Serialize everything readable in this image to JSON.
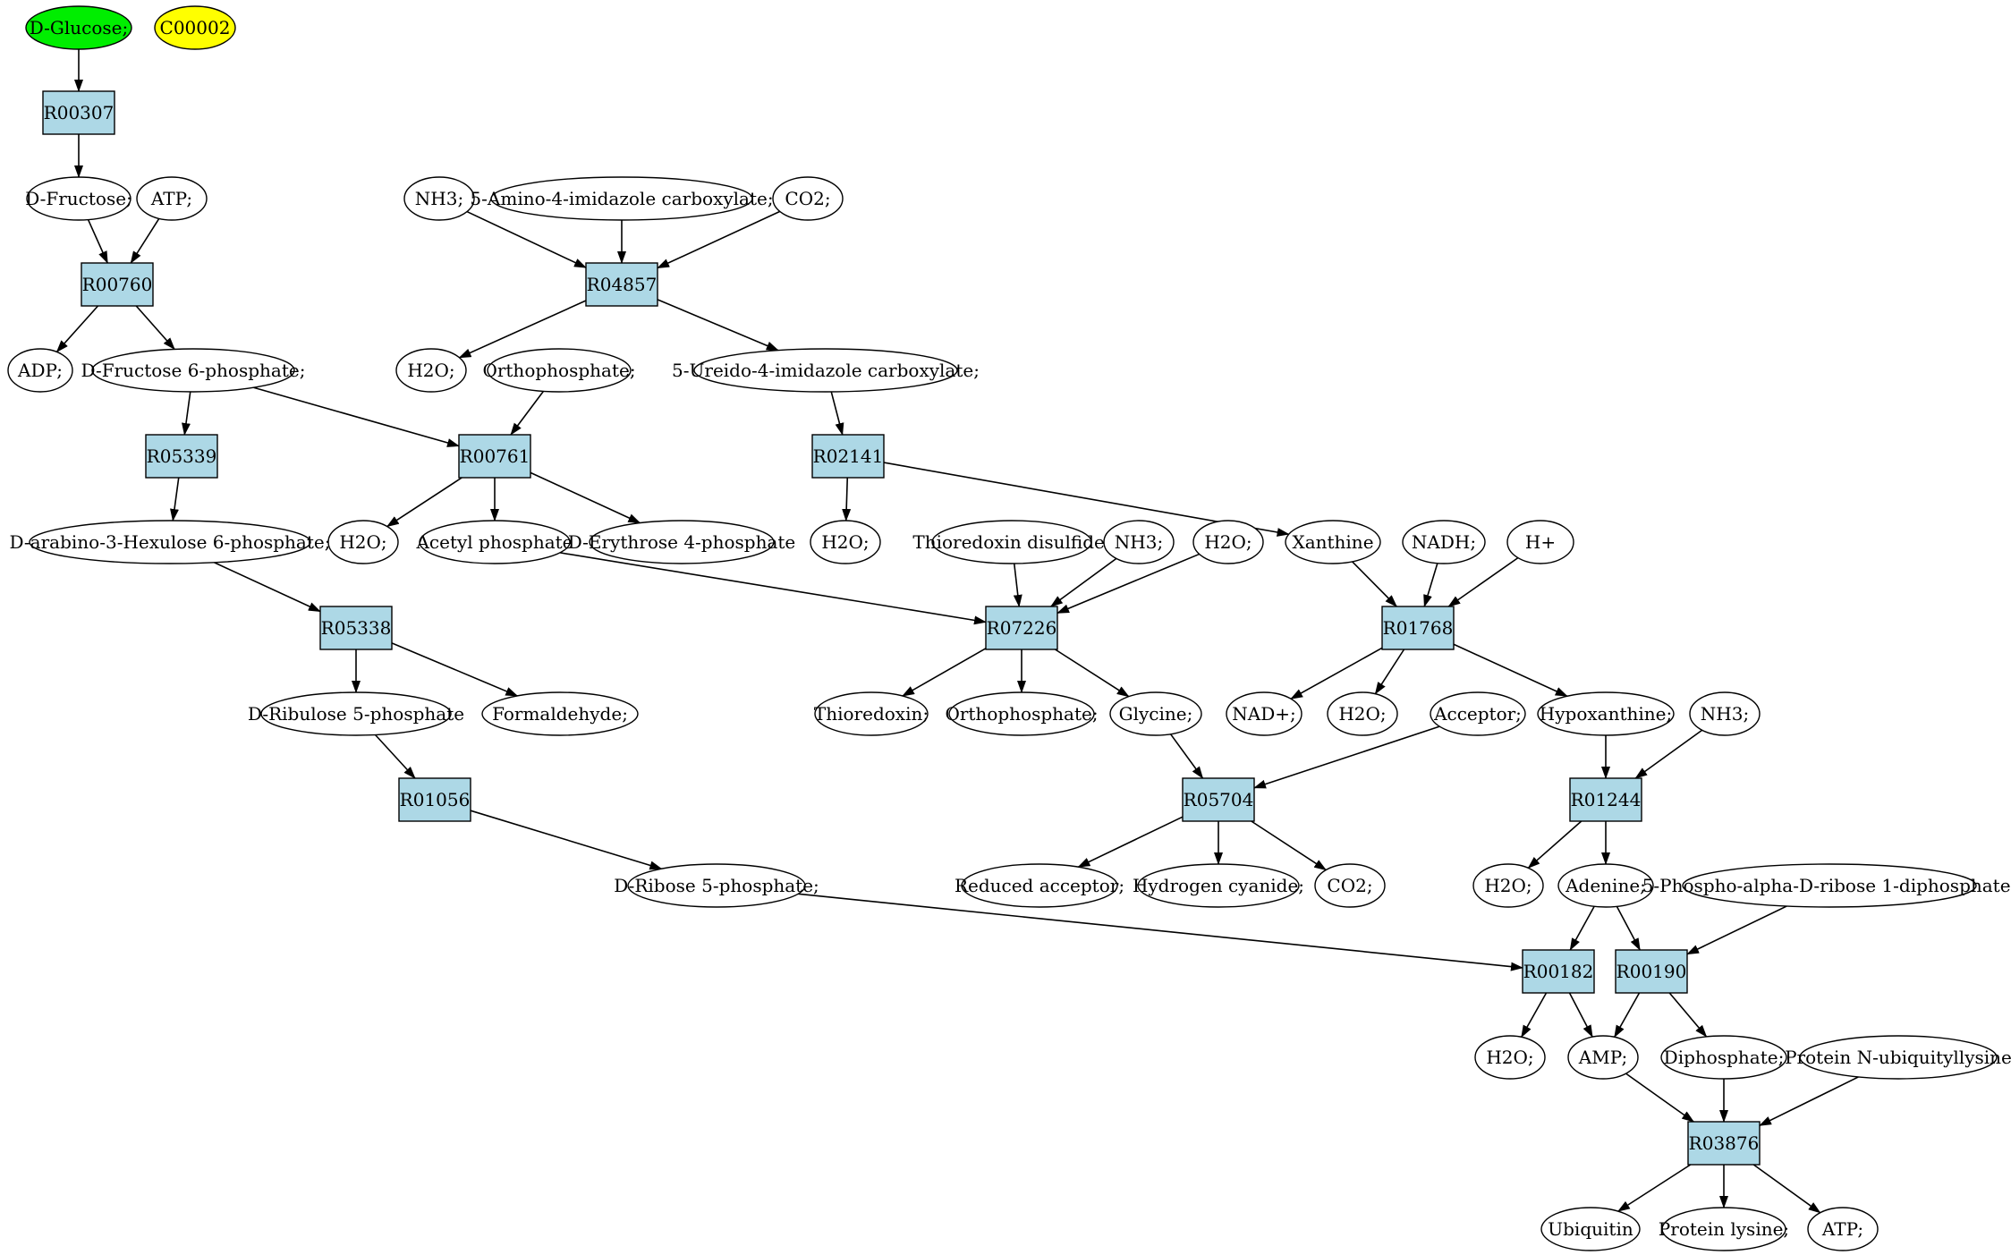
{
  "nodes": [
    {
      "id": "glucose",
      "label": "D-Glucose;",
      "shape": "ellipse",
      "fill": "#00ee00"
    },
    {
      "id": "c00002",
      "label": "C00002",
      "shape": "ellipse",
      "fill": "#ffff00"
    },
    {
      "id": "r00307",
      "label": "R00307",
      "shape": "box",
      "fill": "#add8e6"
    },
    {
      "id": "fructose",
      "label": "D-Fructose;",
      "shape": "ellipse",
      "fill": "#ffffff"
    },
    {
      "id": "atp1",
      "label": "ATP;",
      "shape": "ellipse",
      "fill": "#ffffff"
    },
    {
      "id": "r00760",
      "label": "R00760",
      "shape": "box",
      "fill": "#add8e6"
    },
    {
      "id": "adp",
      "label": "ADP;",
      "shape": "ellipse",
      "fill": "#ffffff"
    },
    {
      "id": "f6p",
      "label": "D-Fructose 6-phosphate;",
      "shape": "ellipse",
      "fill": "#ffffff"
    },
    {
      "id": "nh3_1",
      "label": "NH3;",
      "shape": "ellipse",
      "fill": "#ffffff"
    },
    {
      "id": "aic",
      "label": "5-Amino-4-imidazole carboxylate;",
      "shape": "ellipse",
      "fill": "#ffffff"
    },
    {
      "id": "co2_1",
      "label": "CO2;",
      "shape": "ellipse",
      "fill": "#ffffff"
    },
    {
      "id": "r04857",
      "label": "R04857",
      "shape": "box",
      "fill": "#add8e6"
    },
    {
      "id": "h2o_1",
      "label": "H2O;",
      "shape": "ellipse",
      "fill": "#ffffff"
    },
    {
      "id": "ortho1",
      "label": "Orthophosphate;",
      "shape": "ellipse",
      "fill": "#ffffff"
    },
    {
      "id": "uic",
      "label": "5-Ureido-4-imidazole carboxylate;",
      "shape": "ellipse",
      "fill": "#ffffff"
    },
    {
      "id": "r05339",
      "label": "R05339",
      "shape": "box",
      "fill": "#add8e6"
    },
    {
      "id": "r00761",
      "label": "R00761",
      "shape": "box",
      "fill": "#add8e6"
    },
    {
      "id": "r02141",
      "label": "R02141",
      "shape": "box",
      "fill": "#add8e6"
    },
    {
      "id": "hexulose",
      "label": "D-arabino-3-Hexulose 6-phosphate;",
      "shape": "ellipse",
      "fill": "#ffffff"
    },
    {
      "id": "h2o_2",
      "label": "H2O;",
      "shape": "ellipse",
      "fill": "#ffffff"
    },
    {
      "id": "acetylp",
      "label": "Acetyl phosphate",
      "shape": "ellipse",
      "fill": "#ffffff"
    },
    {
      "id": "e4p",
      "label": "D-Erythrose 4-phosphate",
      "shape": "ellipse",
      "fill": "#ffffff"
    },
    {
      "id": "h2o_3",
      "label": "H2O;",
      "shape": "ellipse",
      "fill": "#ffffff"
    },
    {
      "id": "trxdis",
      "label": "Thioredoxin disulfide;",
      "shape": "ellipse",
      "fill": "#ffffff"
    },
    {
      "id": "nh3_2",
      "label": "NH3;",
      "shape": "ellipse",
      "fill": "#ffffff"
    },
    {
      "id": "h2o_4",
      "label": "H2O;",
      "shape": "ellipse",
      "fill": "#ffffff"
    },
    {
      "id": "xanthine",
      "label": "Xanthine",
      "shape": "ellipse",
      "fill": "#ffffff"
    },
    {
      "id": "nadh",
      "label": "NADH;",
      "shape": "ellipse",
      "fill": "#ffffff"
    },
    {
      "id": "hplus",
      "label": "H+",
      "shape": "ellipse",
      "fill": "#ffffff"
    },
    {
      "id": "r05338",
      "label": "R05338",
      "shape": "box",
      "fill": "#add8e6"
    },
    {
      "id": "r07226",
      "label": "R07226",
      "shape": "box",
      "fill": "#add8e6"
    },
    {
      "id": "r01768",
      "label": "R01768",
      "shape": "box",
      "fill": "#add8e6"
    },
    {
      "id": "ru5p",
      "label": "D-Ribulose 5-phosphate",
      "shape": "ellipse",
      "fill": "#ffffff"
    },
    {
      "id": "formald",
      "label": "Formaldehyde;",
      "shape": "ellipse",
      "fill": "#ffffff"
    },
    {
      "id": "trx",
      "label": "Thioredoxin;",
      "shape": "ellipse",
      "fill": "#ffffff"
    },
    {
      "id": "ortho2",
      "label": "Orthophosphate;",
      "shape": "ellipse",
      "fill": "#ffffff"
    },
    {
      "id": "glycine",
      "label": "Glycine;",
      "shape": "ellipse",
      "fill": "#ffffff"
    },
    {
      "id": "nadp",
      "label": "NAD+;",
      "shape": "ellipse",
      "fill": "#ffffff"
    },
    {
      "id": "h2o_5",
      "label": "H2O;",
      "shape": "ellipse",
      "fill": "#ffffff"
    },
    {
      "id": "acceptor",
      "label": "Acceptor;",
      "shape": "ellipse",
      "fill": "#ffffff"
    },
    {
      "id": "hypox",
      "label": "Hypoxanthine;",
      "shape": "ellipse",
      "fill": "#ffffff"
    },
    {
      "id": "nh3_3",
      "label": "NH3;",
      "shape": "ellipse",
      "fill": "#ffffff"
    },
    {
      "id": "r01056",
      "label": "R01056",
      "shape": "box",
      "fill": "#add8e6"
    },
    {
      "id": "r05704",
      "label": "R05704",
      "shape": "box",
      "fill": "#add8e6"
    },
    {
      "id": "r01244",
      "label": "R01244",
      "shape": "box",
      "fill": "#add8e6"
    },
    {
      "id": "r5p",
      "label": "D-Ribose 5-phosphate;",
      "shape": "ellipse",
      "fill": "#ffffff"
    },
    {
      "id": "redacc",
      "label": "Reduced acceptor;",
      "shape": "ellipse",
      "fill": "#ffffff"
    },
    {
      "id": "hcn",
      "label": "Hydrogen cyanide;",
      "shape": "ellipse",
      "fill": "#ffffff"
    },
    {
      "id": "co2_2",
      "label": "CO2;",
      "shape": "ellipse",
      "fill": "#ffffff"
    },
    {
      "id": "h2o_6",
      "label": "H2O;",
      "shape": "ellipse",
      "fill": "#ffffff"
    },
    {
      "id": "adenine",
      "label": "Adenine;",
      "shape": "ellipse",
      "fill": "#ffffff"
    },
    {
      "id": "prpp",
      "label": "5-Phospho-alpha-D-ribose 1-diphosphate;",
      "shape": "ellipse",
      "fill": "#ffffff"
    },
    {
      "id": "r00182",
      "label": "R00182",
      "shape": "box",
      "fill": "#add8e6"
    },
    {
      "id": "r00190",
      "label": "R00190",
      "shape": "box",
      "fill": "#add8e6"
    },
    {
      "id": "h2o_7",
      "label": "H2O;",
      "shape": "ellipse",
      "fill": "#ffffff"
    },
    {
      "id": "amp",
      "label": "AMP;",
      "shape": "ellipse",
      "fill": "#ffffff"
    },
    {
      "id": "diphos",
      "label": "Diphosphate;",
      "shape": "ellipse",
      "fill": "#ffffff"
    },
    {
      "id": "pnub",
      "label": "Protein N-ubiquityllysine",
      "shape": "ellipse",
      "fill": "#ffffff"
    },
    {
      "id": "r03876",
      "label": "R03876",
      "shape": "box",
      "fill": "#add8e6"
    },
    {
      "id": "ubiquitin",
      "label": "Ubiquitin",
      "shape": "ellipse",
      "fill": "#ffffff"
    },
    {
      "id": "plys",
      "label": "Protein lysine;",
      "shape": "ellipse",
      "fill": "#ffffff"
    },
    {
      "id": "atp2",
      "label": "ATP;",
      "shape": "ellipse",
      "fill": "#ffffff"
    }
  ],
  "edges": [
    [
      "glucose",
      "r00307"
    ],
    [
      "r00307",
      "fructose"
    ],
    [
      "fructose",
      "r00760"
    ],
    [
      "atp1",
      "r00760"
    ],
    [
      "r00760",
      "adp"
    ],
    [
      "r00760",
      "f6p"
    ],
    [
      "nh3_1",
      "r04857"
    ],
    [
      "aic",
      "r04857"
    ],
    [
      "co2_1",
      "r04857"
    ],
    [
      "r04857",
      "h2o_1"
    ],
    [
      "r04857",
      "uic"
    ],
    [
      "f6p",
      "r05339"
    ],
    [
      "f6p",
      "r00761"
    ],
    [
      "ortho1",
      "r00761"
    ],
    [
      "uic",
      "r02141"
    ],
    [
      "r05339",
      "hexulose"
    ],
    [
      "r00761",
      "h2o_2"
    ],
    [
      "r00761",
      "acetylp"
    ],
    [
      "r00761",
      "e4p"
    ],
    [
      "r02141",
      "h2o_3"
    ],
    [
      "r02141",
      "xanthine"
    ],
    [
      "hexulose",
      "r05338"
    ],
    [
      "acetylp",
      "r07226"
    ],
    [
      "trxdis",
      "r07226"
    ],
    [
      "nh3_2",
      "r07226"
    ],
    [
      "h2o_4",
      "r07226"
    ],
    [
      "xanthine",
      "r01768"
    ],
    [
      "nadh",
      "r01768"
    ],
    [
      "hplus",
      "r01768"
    ],
    [
      "r05338",
      "ru5p"
    ],
    [
      "r05338",
      "formald"
    ],
    [
      "r07226",
      "trx"
    ],
    [
      "r07226",
      "ortho2"
    ],
    [
      "r07226",
      "glycine"
    ],
    [
      "r01768",
      "nadp"
    ],
    [
      "r01768",
      "h2o_5"
    ],
    [
      "r01768",
      "hypox"
    ],
    [
      "ru5p",
      "r01056"
    ],
    [
      "glycine",
      "r05704"
    ],
    [
      "acceptor",
      "r05704"
    ],
    [
      "hypox",
      "r01244"
    ],
    [
      "nh3_3",
      "r01244"
    ],
    [
      "r01056",
      "r5p"
    ],
    [
      "r05704",
      "redacc"
    ],
    [
      "r05704",
      "hcn"
    ],
    [
      "r05704",
      "co2_2"
    ],
    [
      "r01244",
      "h2o_6"
    ],
    [
      "r01244",
      "adenine"
    ],
    [
      "r5p",
      "r00182"
    ],
    [
      "adenine",
      "r00182"
    ],
    [
      "adenine",
      "r00190"
    ],
    [
      "prpp",
      "r00190"
    ],
    [
      "r00182",
      "h2o_7"
    ],
    [
      "r00182",
      "amp"
    ],
    [
      "r00190",
      "amp"
    ],
    [
      "r00190",
      "diphos"
    ],
    [
      "amp",
      "r03876"
    ],
    [
      "diphos",
      "r03876"
    ],
    [
      "pnub",
      "r03876"
    ],
    [
      "r03876",
      "ubiquitin"
    ],
    [
      "r03876",
      "plys"
    ],
    [
      "r03876",
      "atp2"
    ]
  ]
}
